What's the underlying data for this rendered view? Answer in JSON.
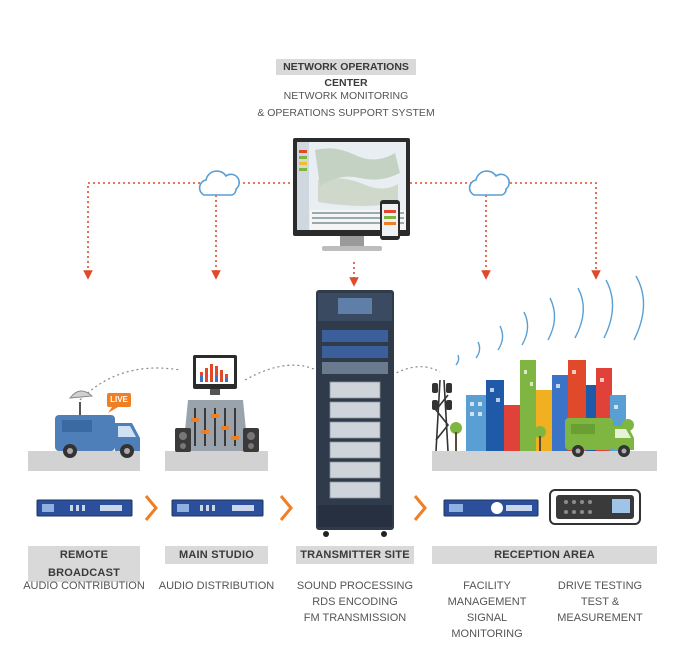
{
  "noc": {
    "title": "NETWORK OPERATIONS CENTER",
    "line1": "NETWORK MONITORING",
    "line2": "& OPERATIONS SUPPORT SYSTEM"
  },
  "live_badge": "LIVE",
  "sections": {
    "remote": {
      "title": "REMOTE BROADCAST",
      "lines": [
        "AUDIO CONTRIBUTION"
      ]
    },
    "studio": {
      "title": "MAIN STUDIO",
      "lines": [
        "AUDIO DISTRIBUTION"
      ]
    },
    "transmitter": {
      "title": "TRANSMITTER SITE",
      "lines": [
        "SOUND PROCESSING",
        "RDS ENCODING",
        "FM TRANSMISSION"
      ]
    },
    "reception": {
      "title": "RECEPTION AREA",
      "left": [
        "FACILITY MANAGEMENT",
        "SIGNAL MONITORING"
      ],
      "right": [
        "DRIVE TESTING",
        "TEST & MEASUREMENT"
      ]
    }
  },
  "colors": {
    "accent_orange": "#f07e22",
    "dotted_red": "#e04a2a",
    "equipment_blue": "#2b4f9a",
    "van_blue": "#4f7fb8",
    "van_green": "#7fb642",
    "rack_dark": "#2f3a4a"
  }
}
